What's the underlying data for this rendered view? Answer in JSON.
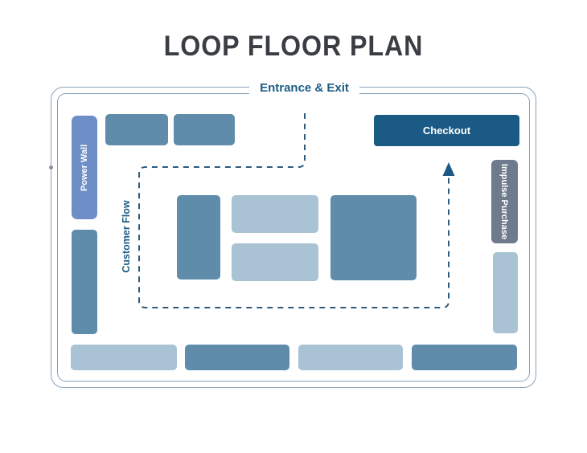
{
  "title": "LOOP FLOOR PLAN",
  "entrance_label": "Entrance & Exit",
  "areas": {
    "checkout": "Checkout",
    "power_wall": "Power Wall",
    "impulse_purchase": "Impulse Purchase",
    "customer_flow": "Customer Flow"
  },
  "colors": {
    "title-color": "#3a3e43",
    "border-color": "#85a3ba",
    "label-blue": "#1d5c85",
    "checkout-blue": "#1b5a85",
    "power-wall-blue": "#6d8ec6",
    "impulse-gray": "#6e7b8c",
    "shelf-medium": "#5e8caa",
    "shelf-light": "#a9c3d5",
    "flow-dash": "#2e5b7d"
  }
}
